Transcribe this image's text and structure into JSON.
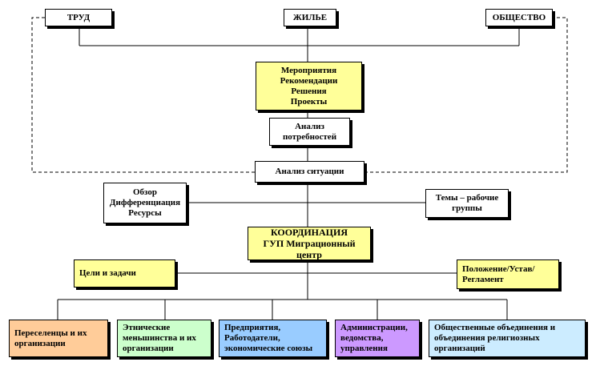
{
  "top": {
    "labor": "ТРУД",
    "housing": "ЖИЛЬЕ",
    "society": "ОБЩЕСТВО"
  },
  "measures": "Мероприятия\nРекомендации\nРешения\nПроекты",
  "needs_analysis": "Анализ\nпотребностей",
  "situation_analysis": "Анализ ситуации",
  "overview": "Обзор\nДифференциация\nРесурсы",
  "themes": "Темы – рабочие\nгруппы",
  "coordination": "КООРДИНАЦИЯ\nГУП Миграционный\nцентр",
  "goals": "Цели и задачи",
  "regulations": "Положение/Устав/\nРегламент",
  "bottom": {
    "migrants": "Переселенцы и их\nорганизации",
    "ethnic": "Этнические\nменьшинства и их\nорганизации",
    "enterprises": "Предприятия,\nРаботодатели,\nэкономические союзы",
    "administrations": "Администрации,\nведомства,\nуправления",
    "public_associations": "Общественные объединения и\nобъединения религиозных\nорганизаций"
  },
  "colors": {
    "yellow": "#ffff99",
    "orange": "#ffcc99",
    "green": "#ccffcc",
    "blue": "#99ccff",
    "purple": "#cc99ff",
    "light_blue": "#ccecff"
  }
}
